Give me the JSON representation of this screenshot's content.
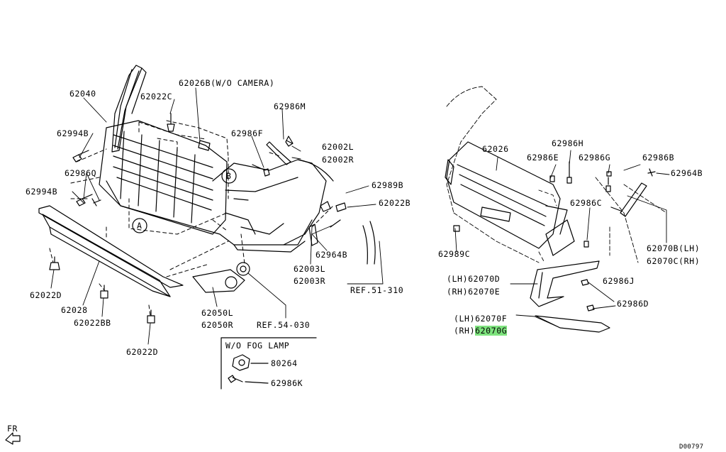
{
  "diagram_code": "D00797",
  "front_indicator": "FR",
  "inset_title": "W/O FOG LAMP",
  "callouts": {
    "a": "A",
    "b": "B"
  },
  "highlight_color": "#7ee37e",
  "parts": {
    "p62040": "62040",
    "p62022C": "62022C",
    "p62026B": "62026B(W/O CAMERA)",
    "p62986M": "62986M",
    "p62994B_1": "62994B",
    "p62986F": "62986F",
    "p62002L": "62002L",
    "p62002R": "62002R",
    "p62986Q": "62986Q",
    "p62994B_2": "62994B",
    "p62989B": "62989B",
    "p62022B": "62022B",
    "p62964B_1": "62964B",
    "p62003L": "62003L",
    "p62003R": "62003R",
    "ref51": "REF.51-310",
    "p62022D_1": "62022D",
    "p62028": "62028",
    "p62022BB": "62022BB",
    "p62022D_2": "62022D",
    "p62050L": "62050L",
    "p62050R": "62050R",
    "ref54": "REF.54-030",
    "p80264": "80264",
    "p62986K": "62986K",
    "p62026": "62026",
    "p62986H": "62986H",
    "p62986E": "62986E",
    "p62986G": "62986G",
    "p62986B": "62986B",
    "p62964B_2": "62964B",
    "p62986C": "62986C",
    "p62989C": "62989C",
    "p62070B": "62070B(LH)",
    "p62070C": "62070C(RH)",
    "p62070D": "(LH)62070D",
    "p62070E": "(RH)62070E",
    "p62986J": "62986J",
    "p62986D": "62986D",
    "p62070F": "(LH)62070F",
    "p62070G_prefix": "(RH)",
    "p62070G": "62070G"
  }
}
